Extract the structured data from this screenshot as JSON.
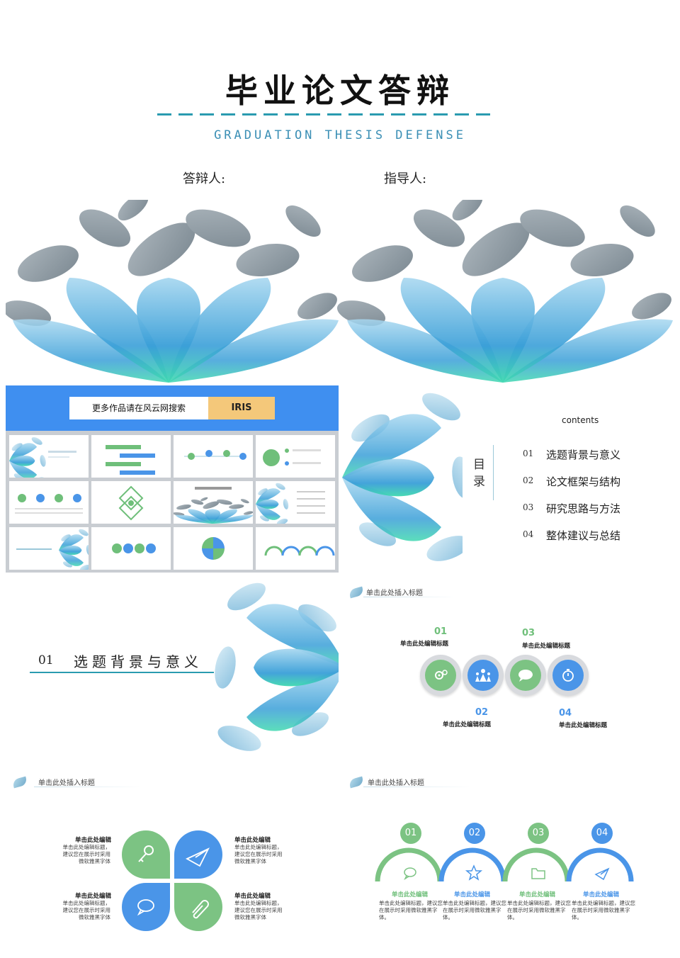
{
  "cover": {
    "title": "毕业论文答辩",
    "subtitle": "GRADUATION THESIS DEFENSE",
    "presenter_label": "答辩人:",
    "advisor_label": "指导人:"
  },
  "promo": {
    "search_text": "更多作品请在风云网搜索",
    "button_label": "IRIS"
  },
  "toc": {
    "contents_label": "contents",
    "side_label": "目录",
    "items": [
      {
        "num": "01",
        "text": "选题背景与意义"
      },
      {
        "num": "02",
        "text": "论文框架与结构"
      },
      {
        "num": "03",
        "text": "研究思路与方法"
      },
      {
        "num": "04",
        "text": "整体建议与总结"
      }
    ]
  },
  "section": {
    "num": "01",
    "title": "选题背景与意义"
  },
  "slide_circles": {
    "header": "单击此处插入标题",
    "items": [
      {
        "num": "01",
        "label": "单击此处编辑标题"
      },
      {
        "num": "02",
        "label": "单击此处编辑标题"
      },
      {
        "num": "03",
        "label": "单击此处编辑标题"
      },
      {
        "num": "04",
        "label": "单击此处编辑标题"
      }
    ]
  },
  "slide_petals": {
    "header": "单击此处插入标题",
    "items": [
      {
        "title": "单击此处编辑",
        "desc": "单击此处编辑标题，建议您在展示时采用微软雅黑字体"
      },
      {
        "title": "单击此处编辑",
        "desc": "单击此处编辑标题，建议您在展示时采用微软雅黑字体"
      },
      {
        "title": "单击此处编辑",
        "desc": "单击此处编辑标题，建议您在展示时采用微软雅黑字体"
      },
      {
        "title": "单击此处编辑",
        "desc": "单击此处编辑标题，建议您在展示时采用微软雅黑字体"
      }
    ]
  },
  "slide_arcs": {
    "header": "单击此处插入标题",
    "items": [
      {
        "num": "01",
        "label": "单击此处编辑",
        "desc": "单击此处编辑标题，建议您在展示时采用微软雅黑字体。"
      },
      {
        "num": "02",
        "label": "单击此处编辑",
        "desc": "单击此处编辑标题，建议您在展示时采用微软雅黑字体。"
      },
      {
        "num": "03",
        "label": "单击此处编辑",
        "desc": "单击此处编辑标题，建议您在展示时采用微软雅黑字体。"
      },
      {
        "num": "04",
        "label": "单击此处编辑",
        "desc": "单击此处编辑标题，建议您在展示时采用微软雅黑字体。"
      }
    ]
  },
  "colors": {
    "accent_teal": "#2a9bb0",
    "accent_blue": "#4a95e8",
    "accent_green": "#7cc383",
    "promo_bar": "#3f8ff0",
    "promo_button": "#f4c87a"
  }
}
